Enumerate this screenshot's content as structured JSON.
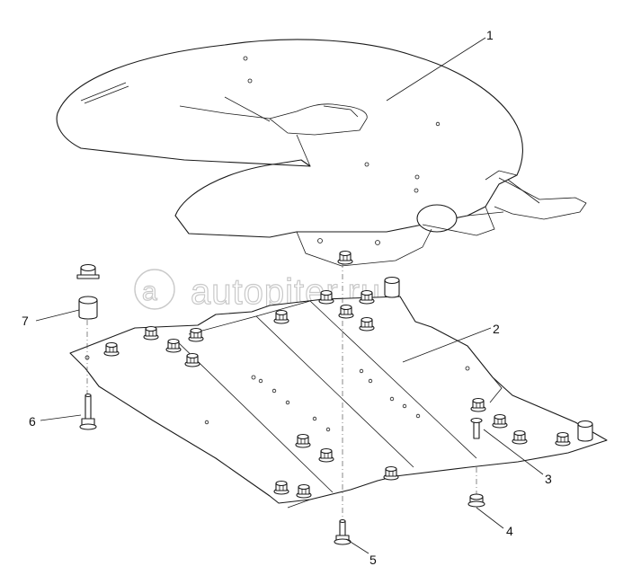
{
  "watermark": {
    "text": "autopiter.ru"
  },
  "callouts": [
    {
      "label": "1"
    },
    {
      "label": "2"
    },
    {
      "label": "3"
    },
    {
      "label": "4"
    },
    {
      "label": "5"
    },
    {
      "label": "6"
    },
    {
      "label": "7"
    }
  ]
}
